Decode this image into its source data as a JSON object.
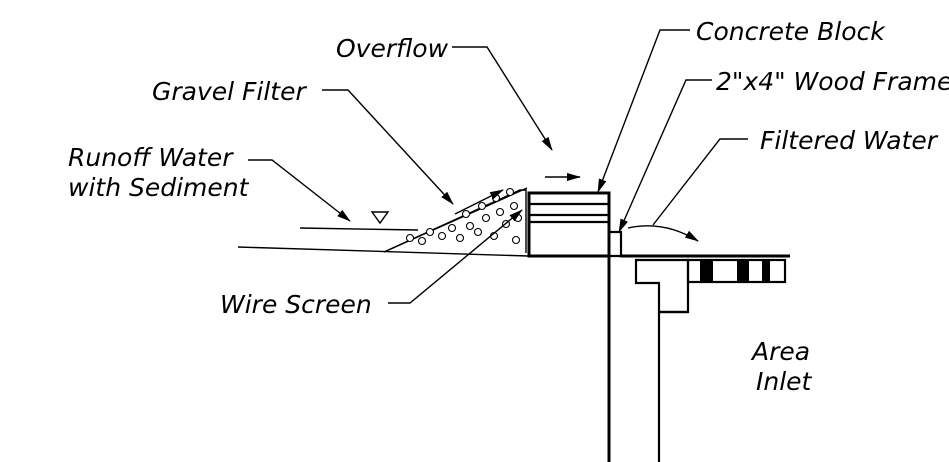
{
  "labels": {
    "concrete_block": "Concrete Block",
    "overflow": "Overflow",
    "wood_frame": "2\"x4\" Wood Frame",
    "gravel_filter": "Gravel Filter",
    "filtered_water": "Filtered Water",
    "runoff_line1": "Runoff Water",
    "runoff_line2": "with Sediment",
    "wire_screen": "Wire Screen",
    "area_line1": "Area",
    "area_line2": "Inlet"
  }
}
